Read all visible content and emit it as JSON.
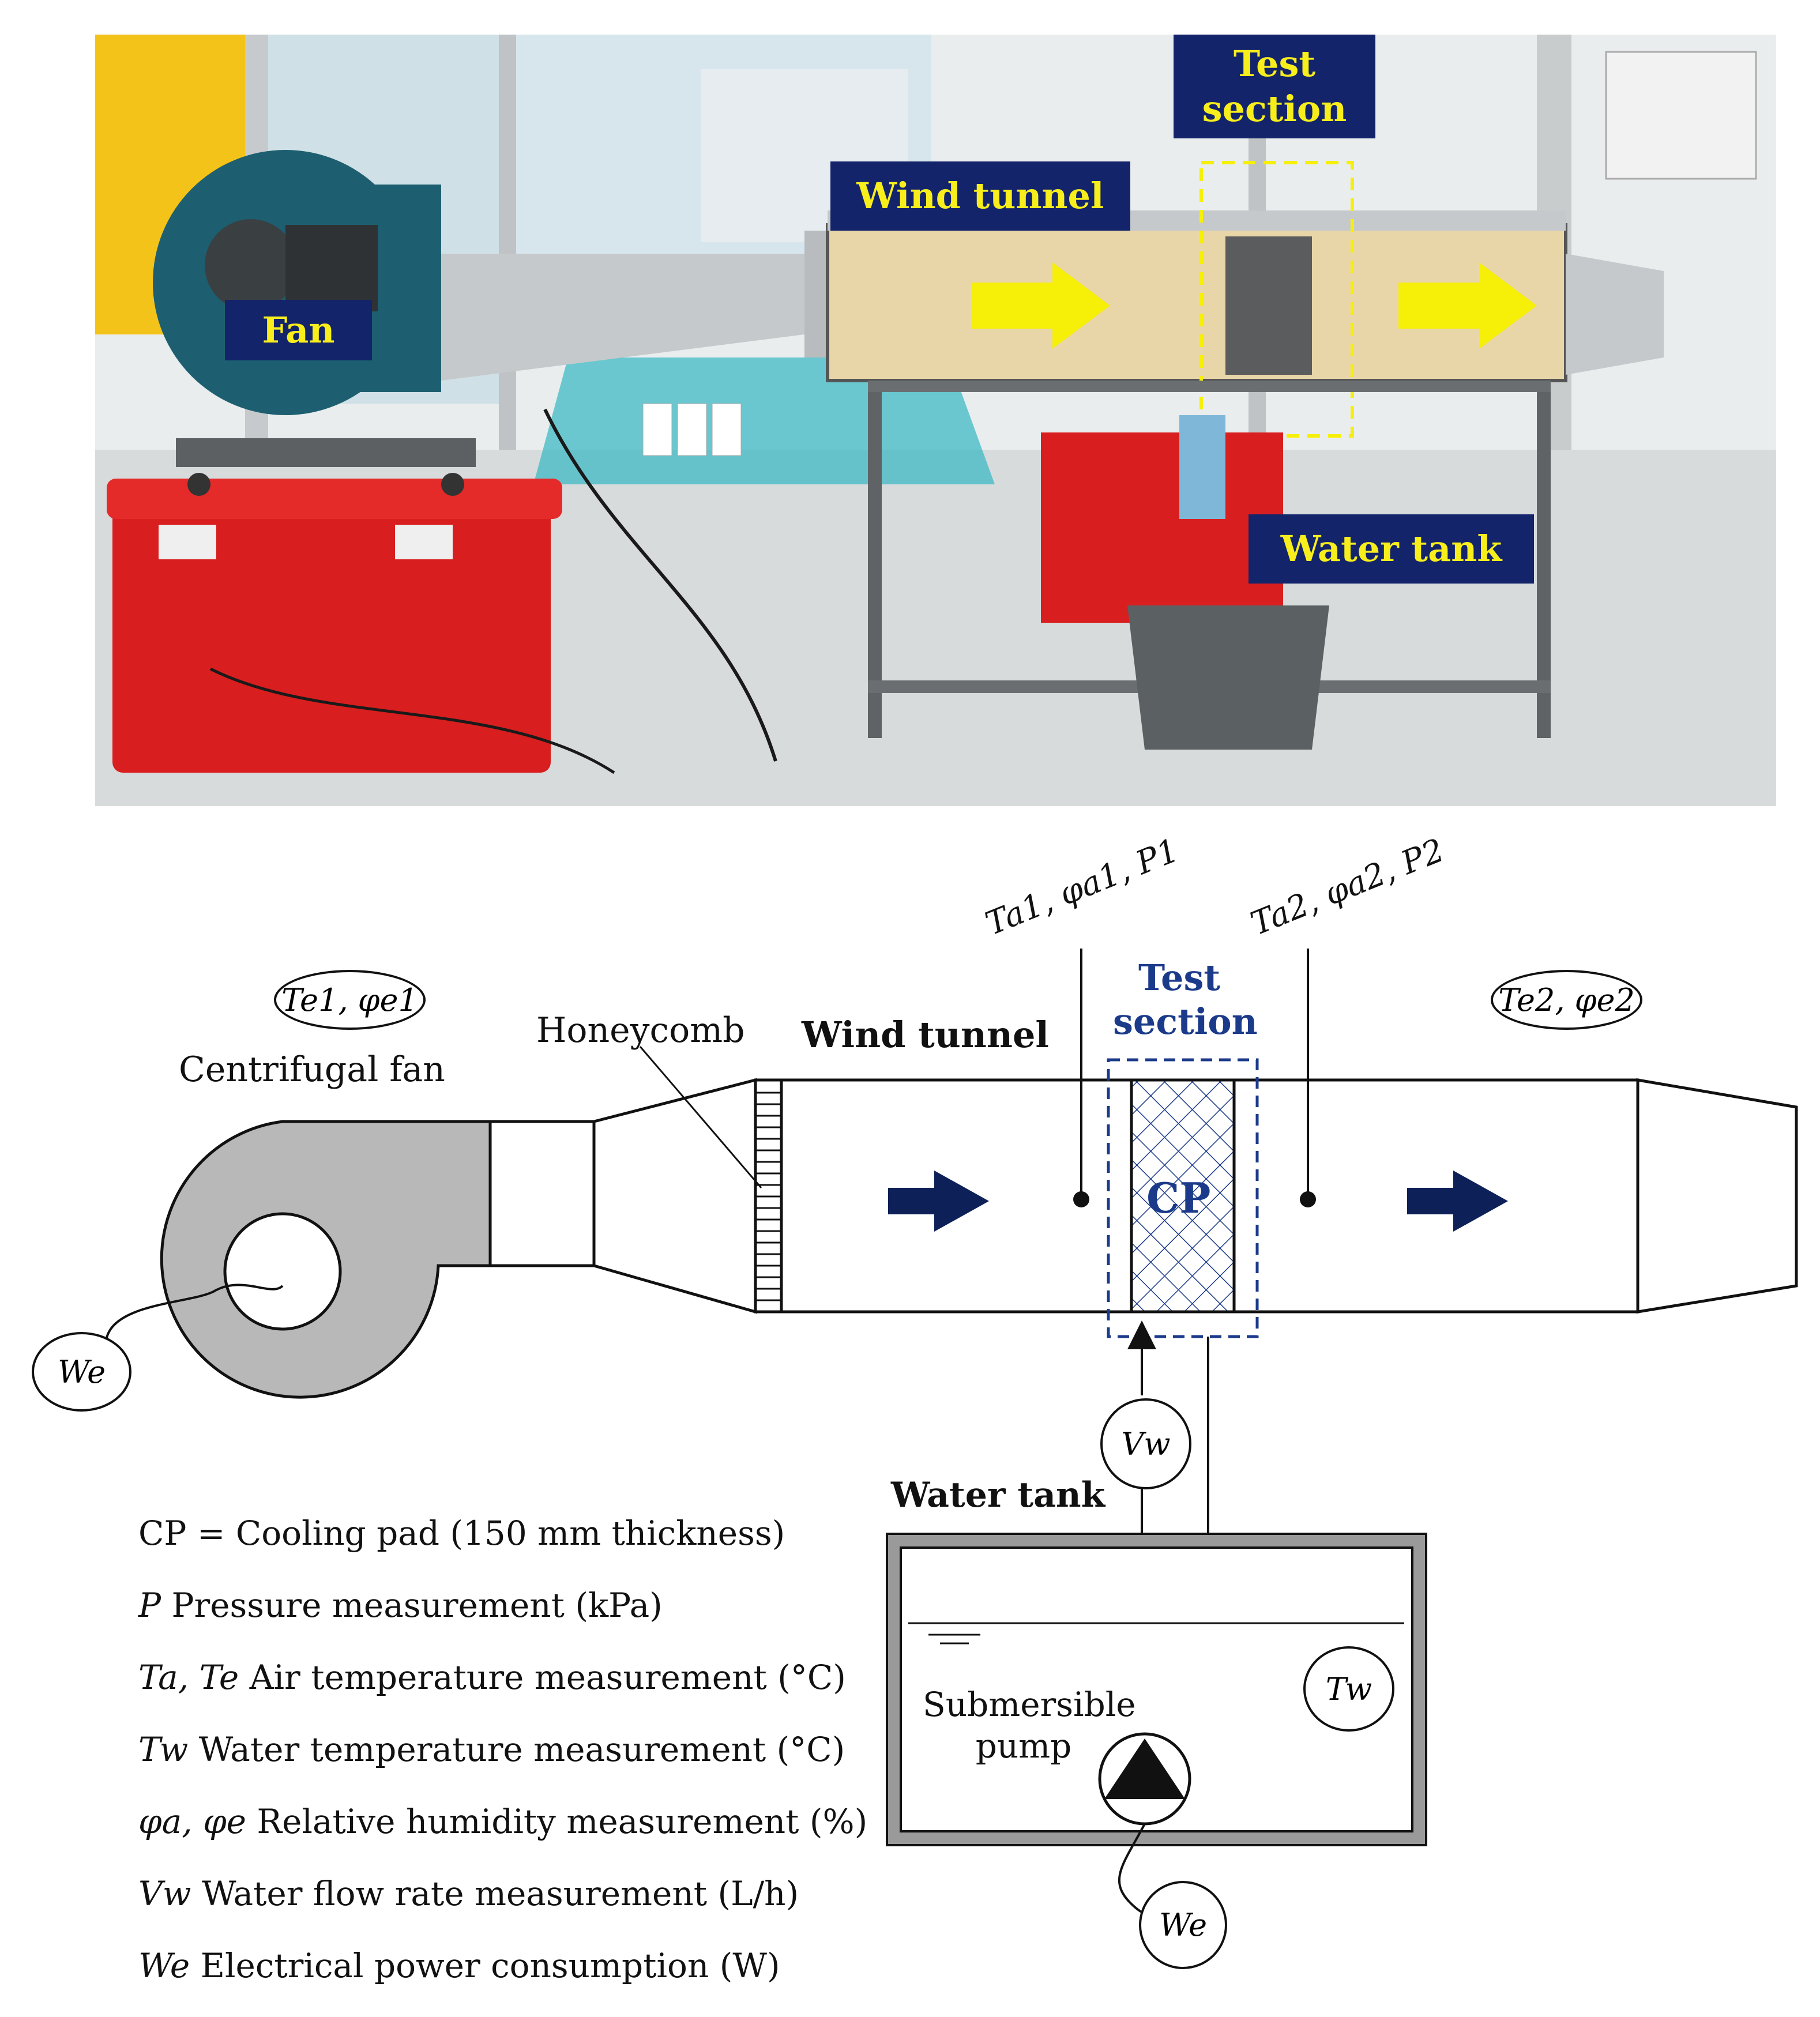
{
  "photo": {
    "labels": {
      "fan": "Fan",
      "wind_tunnel": "Wind tunnel",
      "test_section": "Test\nsection",
      "water_tank": "Water tank"
    },
    "colors": {
      "label_bg": "#13246b",
      "label_text": "#f7ee1c",
      "arrow": "#f6ef08",
      "dashed_box": "#f6ef08",
      "tank_red": "#d81e1e"
    }
  },
  "diagram": {
    "centrifugal_fan": "Centrifugal fan",
    "honeycomb": "Honeycomb",
    "wind_tunnel": "Wind tunnel",
    "test_section": "Test\nsection",
    "cp": "CP",
    "water_tank": "Water tank",
    "submersible_pump": "Submersible\npump",
    "sensor_a1": "Ta1, φa1, P1",
    "sensor_a2": "Ta2, φa2, P2",
    "env1": "Te1, φe1",
    "env2": "Te2, φe2",
    "we": "We",
    "vw": "Vw",
    "tw": "Tw",
    "colors": {
      "flow_arrow": "#0d2158",
      "test_section_border": "#1b3b8a",
      "fan_fill": "#b8b8b8"
    }
  },
  "legend": [
    {
      "symbol": "CP",
      "text": " =  Cooling pad (150 mm thickness)"
    },
    {
      "symbol": "P",
      "text": "   Pressure measurement (kPa)"
    },
    {
      "symbol": "Ta, Te",
      "text": "  Air temperature measurement (°C)"
    },
    {
      "symbol": "Tw",
      "text": " Water temperature measurement (°C)"
    },
    {
      "symbol": "φa, φe",
      "text": " Relative humidity  measurement (%)"
    },
    {
      "symbol": "Vw",
      "text": "  Water flow rate measurement (L/h)"
    },
    {
      "symbol": "We",
      "text": " Electrical power consumption (W)"
    }
  ]
}
